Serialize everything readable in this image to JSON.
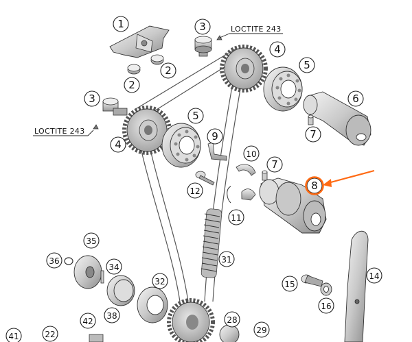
{
  "diagram": {
    "loctite_top": "LOCTITE 243",
    "loctite_left": "LOCTITE 243",
    "highlight_color": "#ff6a13",
    "callouts": {
      "c1": "1",
      "c2a": "2",
      "c2b": "2",
      "c3a": "3",
      "c3b": "3",
      "c4a": "4",
      "c4b": "4",
      "c5a": "5",
      "c5b": "5",
      "c6": "6",
      "c7a": "7",
      "c7b": "7",
      "c8": "8",
      "c9": "9",
      "c10": "10",
      "c11": "11",
      "c12": "12",
      "c14": "14",
      "c15": "15",
      "c16": "16",
      "c22": "22",
      "c28": "28",
      "c29": "29",
      "c31": "31",
      "c32": "32",
      "c34": "34",
      "c35": "35",
      "c36": "36",
      "c38": "38",
      "c41": "41",
      "c42": "42"
    }
  }
}
